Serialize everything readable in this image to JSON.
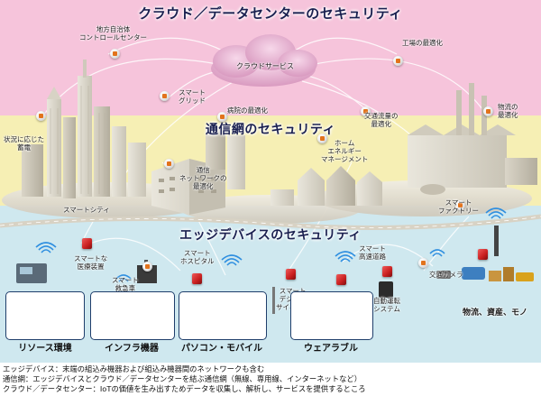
{
  "titles": {
    "cloud": "クラウド／データセンターのセキュリティ",
    "network": "通信網のセキュリティ",
    "edge": "エッジデバイスのセキュリティ"
  },
  "cloud_service": "クラウドサービス",
  "labels": {
    "local_gov": [
      "地方自治体",
      "コントロールセンター"
    ],
    "factory_opt": "工場の最適化",
    "smart_grid": [
      "スマート",
      "グリッド"
    ],
    "hospital_opt": "病院の最適化",
    "traffic_opt": [
      "交通流量の",
      "最適化"
    ],
    "logistics_opt": [
      "物流の",
      "最適化"
    ],
    "storage": [
      "状況に応じた",
      "蓄電"
    ],
    "hems": [
      "ホーム",
      "エネルギー",
      "マネージメント"
    ],
    "network_opt": [
      "通信",
      "ネットワークの",
      "最適化"
    ],
    "smart_city": "スマートシティ",
    "smart_factory": [
      "スマート",
      "ファクトリー"
    ],
    "smart_hospital": [
      "スマート",
      "ホスピタル"
    ],
    "smart_highway": [
      "スマート",
      "高速道路"
    ],
    "smart_medical": [
      "スマートな",
      "医療装置"
    ],
    "smart_ambulance": [
      "スマート",
      "救急車"
    ],
    "digital_signage": [
      "スマート",
      "デジタル",
      "サイネージ"
    ],
    "autonomous": [
      "自動運転",
      "システム"
    ],
    "traffic_camera": "交通カメラ",
    "logistics_assets": "物流、資産、モノ"
  },
  "device_groups": [
    "リソース環境",
    "インフラ機器",
    "パソコン・モバイル",
    "ウェアラブル"
  ],
  "captions": [
    "エッジデバイス：末端の組込み機器および組込み機器間のネットワークも含む",
    "通信網：エッジデバイスとクラウド／データセンターを結ぶ通信網（無線、専用線、インターネットなど）",
    "クラウド／データセンター：IoTの価値を生み出すためデータを収集し、解析し、サービスを提供するところ"
  ],
  "colors": {
    "cloud_band": "#f6c4db",
    "network_band": "#f6efb4",
    "edge_band": "#cfe8ef",
    "title_text": "#1a2050",
    "device_frame": "#1f3e6b",
    "security_cube": "#c81e1e"
  }
}
